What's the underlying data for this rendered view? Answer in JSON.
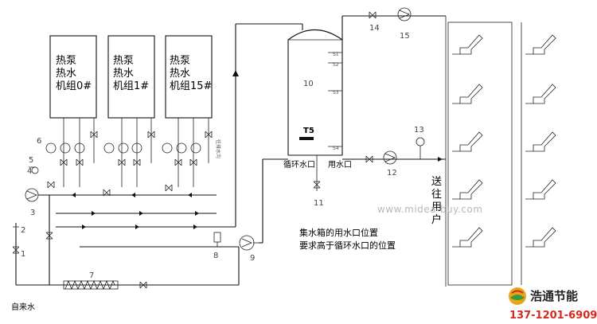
{
  "units": [
    {
      "lines": [
        "热泵",
        "热水",
        "机组0#"
      ]
    },
    {
      "lines": [
        "热泵",
        "热水",
        "机组1#"
      ]
    },
    {
      "lines": [
        "热泵",
        "热水",
        "机组15#"
      ]
    }
  ],
  "tank": {
    "number": "10",
    "sensor": "T5",
    "level_marks": [
      "S1",
      "S2",
      "S3",
      "S4"
    ],
    "circ_port": "循环水口",
    "use_port": "用水口"
  },
  "drain_label": "往排水沟",
  "inlet_label": "自来水",
  "outlet_label": [
    "送",
    "往",
    "用",
    "户"
  ],
  "note": [
    "集水箱的用水口位置",
    "要求高于循环水口的位置"
  ],
  "numbers": [
    "1",
    "2",
    "3",
    "4",
    "5",
    "6",
    "7",
    "8",
    "9",
    "11",
    "12",
    "13",
    "14",
    "15"
  ],
  "watermark": "www.midea-buy.com",
  "brand": {
    "name": "浩通节能",
    "phone": "137-1201-6909",
    "color": "#d62a1e"
  }
}
